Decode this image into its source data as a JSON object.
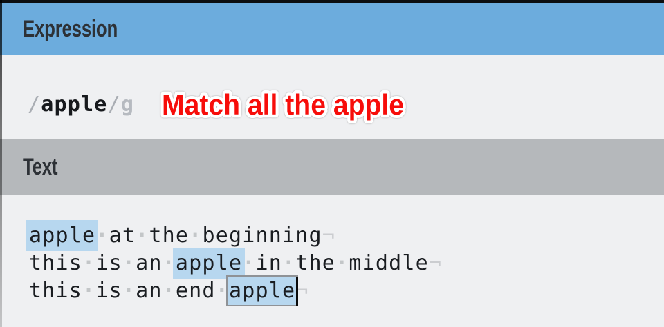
{
  "colors": {
    "titlebar": "#0c0e10",
    "header_blue": "#6cacdd",
    "header_gray": "#b5b8bb",
    "header_text": "#2d3136",
    "panel_bg": "#eff0f2",
    "regex_delim": "#a9adb3",
    "regex_pattern_color": "#17191d",
    "regex_flags_color": "#b6bac0",
    "body_text": "#1a1d21",
    "match_bg": "#b7d7ef",
    "selected_match_border": "#8f9296",
    "space_dot": "#c3c6c8",
    "eol_mark": "#cbcdd0",
    "caret": "#0a0a0a",
    "annotation_fill": "#f70d0a",
    "annotation_outline": "#ffffff"
  },
  "expression_panel": {
    "header_label": "Expression",
    "regex": {
      "open_delimiter": "/",
      "pattern": "apple",
      "close_delimiter": "/",
      "flags": "g"
    },
    "annotation": {
      "text": "Match all the apple"
    }
  },
  "text_panel": {
    "header_label": "Text",
    "space_glyph": "·",
    "eol_glyph": "¬",
    "lines": [
      {
        "segments": [
          {
            "type": "match",
            "text": "apple"
          },
          {
            "type": "space"
          },
          {
            "type": "word",
            "text": "at"
          },
          {
            "type": "space"
          },
          {
            "type": "word",
            "text": "the"
          },
          {
            "type": "space"
          },
          {
            "type": "word",
            "text": "beginning"
          },
          {
            "type": "eol"
          }
        ]
      },
      {
        "segments": [
          {
            "type": "word",
            "text": "this"
          },
          {
            "type": "space"
          },
          {
            "type": "word",
            "text": "is"
          },
          {
            "type": "space"
          },
          {
            "type": "word",
            "text": "an"
          },
          {
            "type": "space"
          },
          {
            "type": "match",
            "text": "apple"
          },
          {
            "type": "space"
          },
          {
            "type": "word",
            "text": "in"
          },
          {
            "type": "space"
          },
          {
            "type": "word",
            "text": "the"
          },
          {
            "type": "space"
          },
          {
            "type": "word",
            "text": "middle"
          },
          {
            "type": "eol"
          }
        ]
      },
      {
        "segments": [
          {
            "type": "word",
            "text": "this"
          },
          {
            "type": "space"
          },
          {
            "type": "word",
            "text": "is"
          },
          {
            "type": "space"
          },
          {
            "type": "word",
            "text": "an"
          },
          {
            "type": "space"
          },
          {
            "type": "word",
            "text": "end"
          },
          {
            "type": "space"
          },
          {
            "type": "match_selected",
            "text": "apple",
            "caret": true
          },
          {
            "type": "eol"
          }
        ]
      }
    ]
  }
}
